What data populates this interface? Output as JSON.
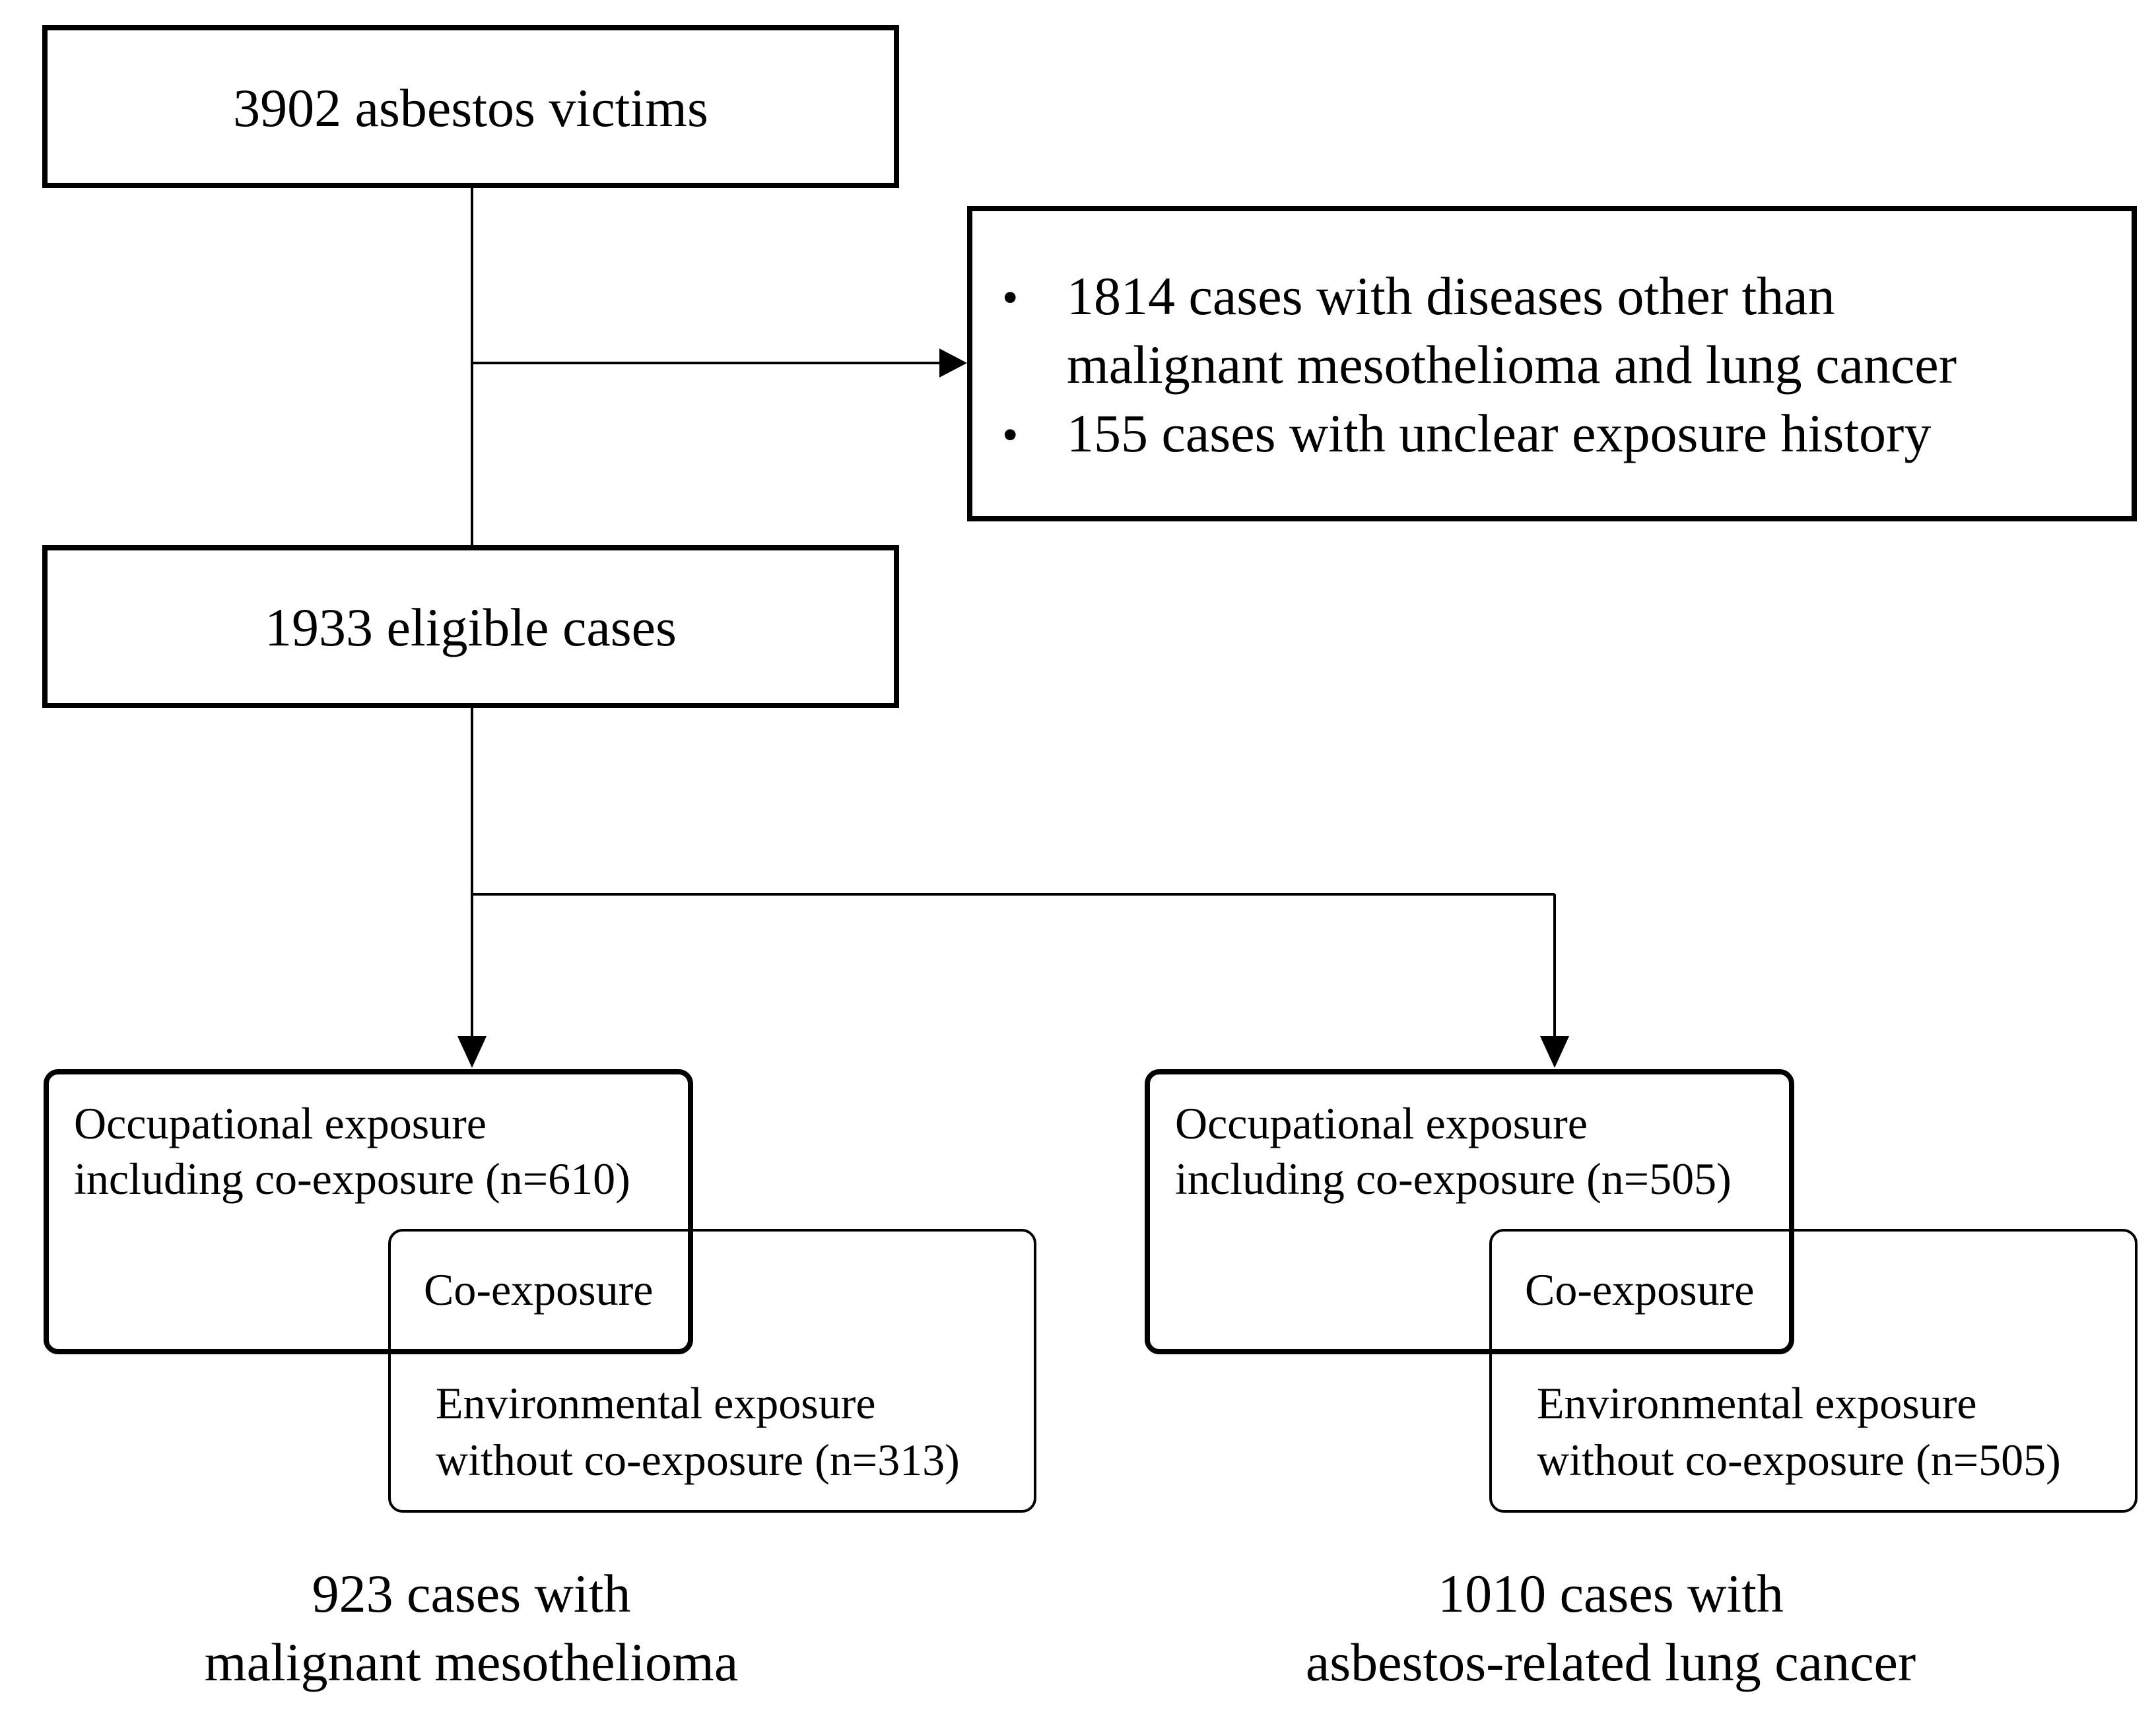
{
  "top_box": {
    "label": "3902 asbestos victims"
  },
  "exclusion_box": {
    "items": [
      {
        "line1": "1814 cases with diseases other than",
        "line2": "malignant mesothelioma and lung cancer"
      },
      {
        "line1": "155 cases with unclear exposure history"
      }
    ]
  },
  "eligible_box": {
    "label": "1933 eligible cases"
  },
  "left_group": {
    "occupational_line1": "Occupational exposure",
    "occupational_line2": "including co-exposure (n=610)",
    "co_exposure": "Co-exposure",
    "environmental_line1": "Environmental exposure",
    "environmental_line2": "without co-exposure (n=313)",
    "caption_line1": "923 cases with",
    "caption_line2": "malignant mesothelioma"
  },
  "right_group": {
    "occupational_line1": "Occupational exposure",
    "occupational_line2": "including co-exposure (n=505)",
    "co_exposure": "Co-exposure",
    "environmental_line1": "Environmental exposure",
    "environmental_line2": "without co-exposure (n=505)",
    "caption_line1": "1010 cases with",
    "caption_line2": "asbestos-related lung cancer"
  }
}
